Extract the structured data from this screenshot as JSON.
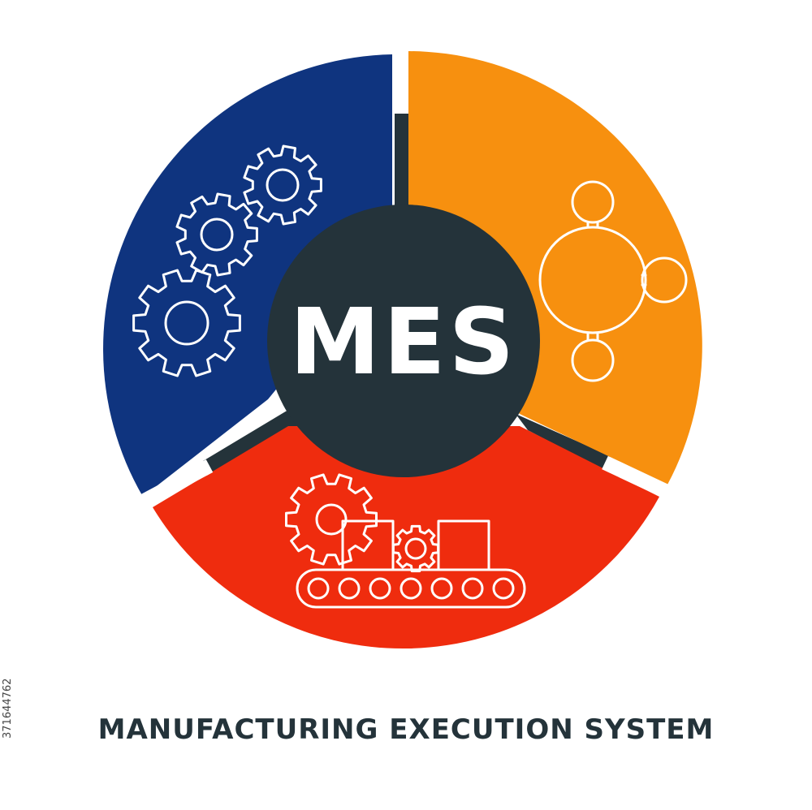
{
  "diagram": {
    "acronym": "MES",
    "full_name": "MANUFACTURING EXECUTION SYSTEM",
    "stock_id": "371644762",
    "segments": [
      {
        "position": "upper-left",
        "color": "#0f347f",
        "icon": "gears-icon"
      },
      {
        "position": "upper-right",
        "color": "#f7900f",
        "icon": "network-nodes-icon"
      },
      {
        "position": "bottom",
        "color": "#ef2c0e",
        "icon": "conveyor-belt-icon"
      }
    ],
    "center_color": "#24333a",
    "text_color": "#24333a"
  }
}
